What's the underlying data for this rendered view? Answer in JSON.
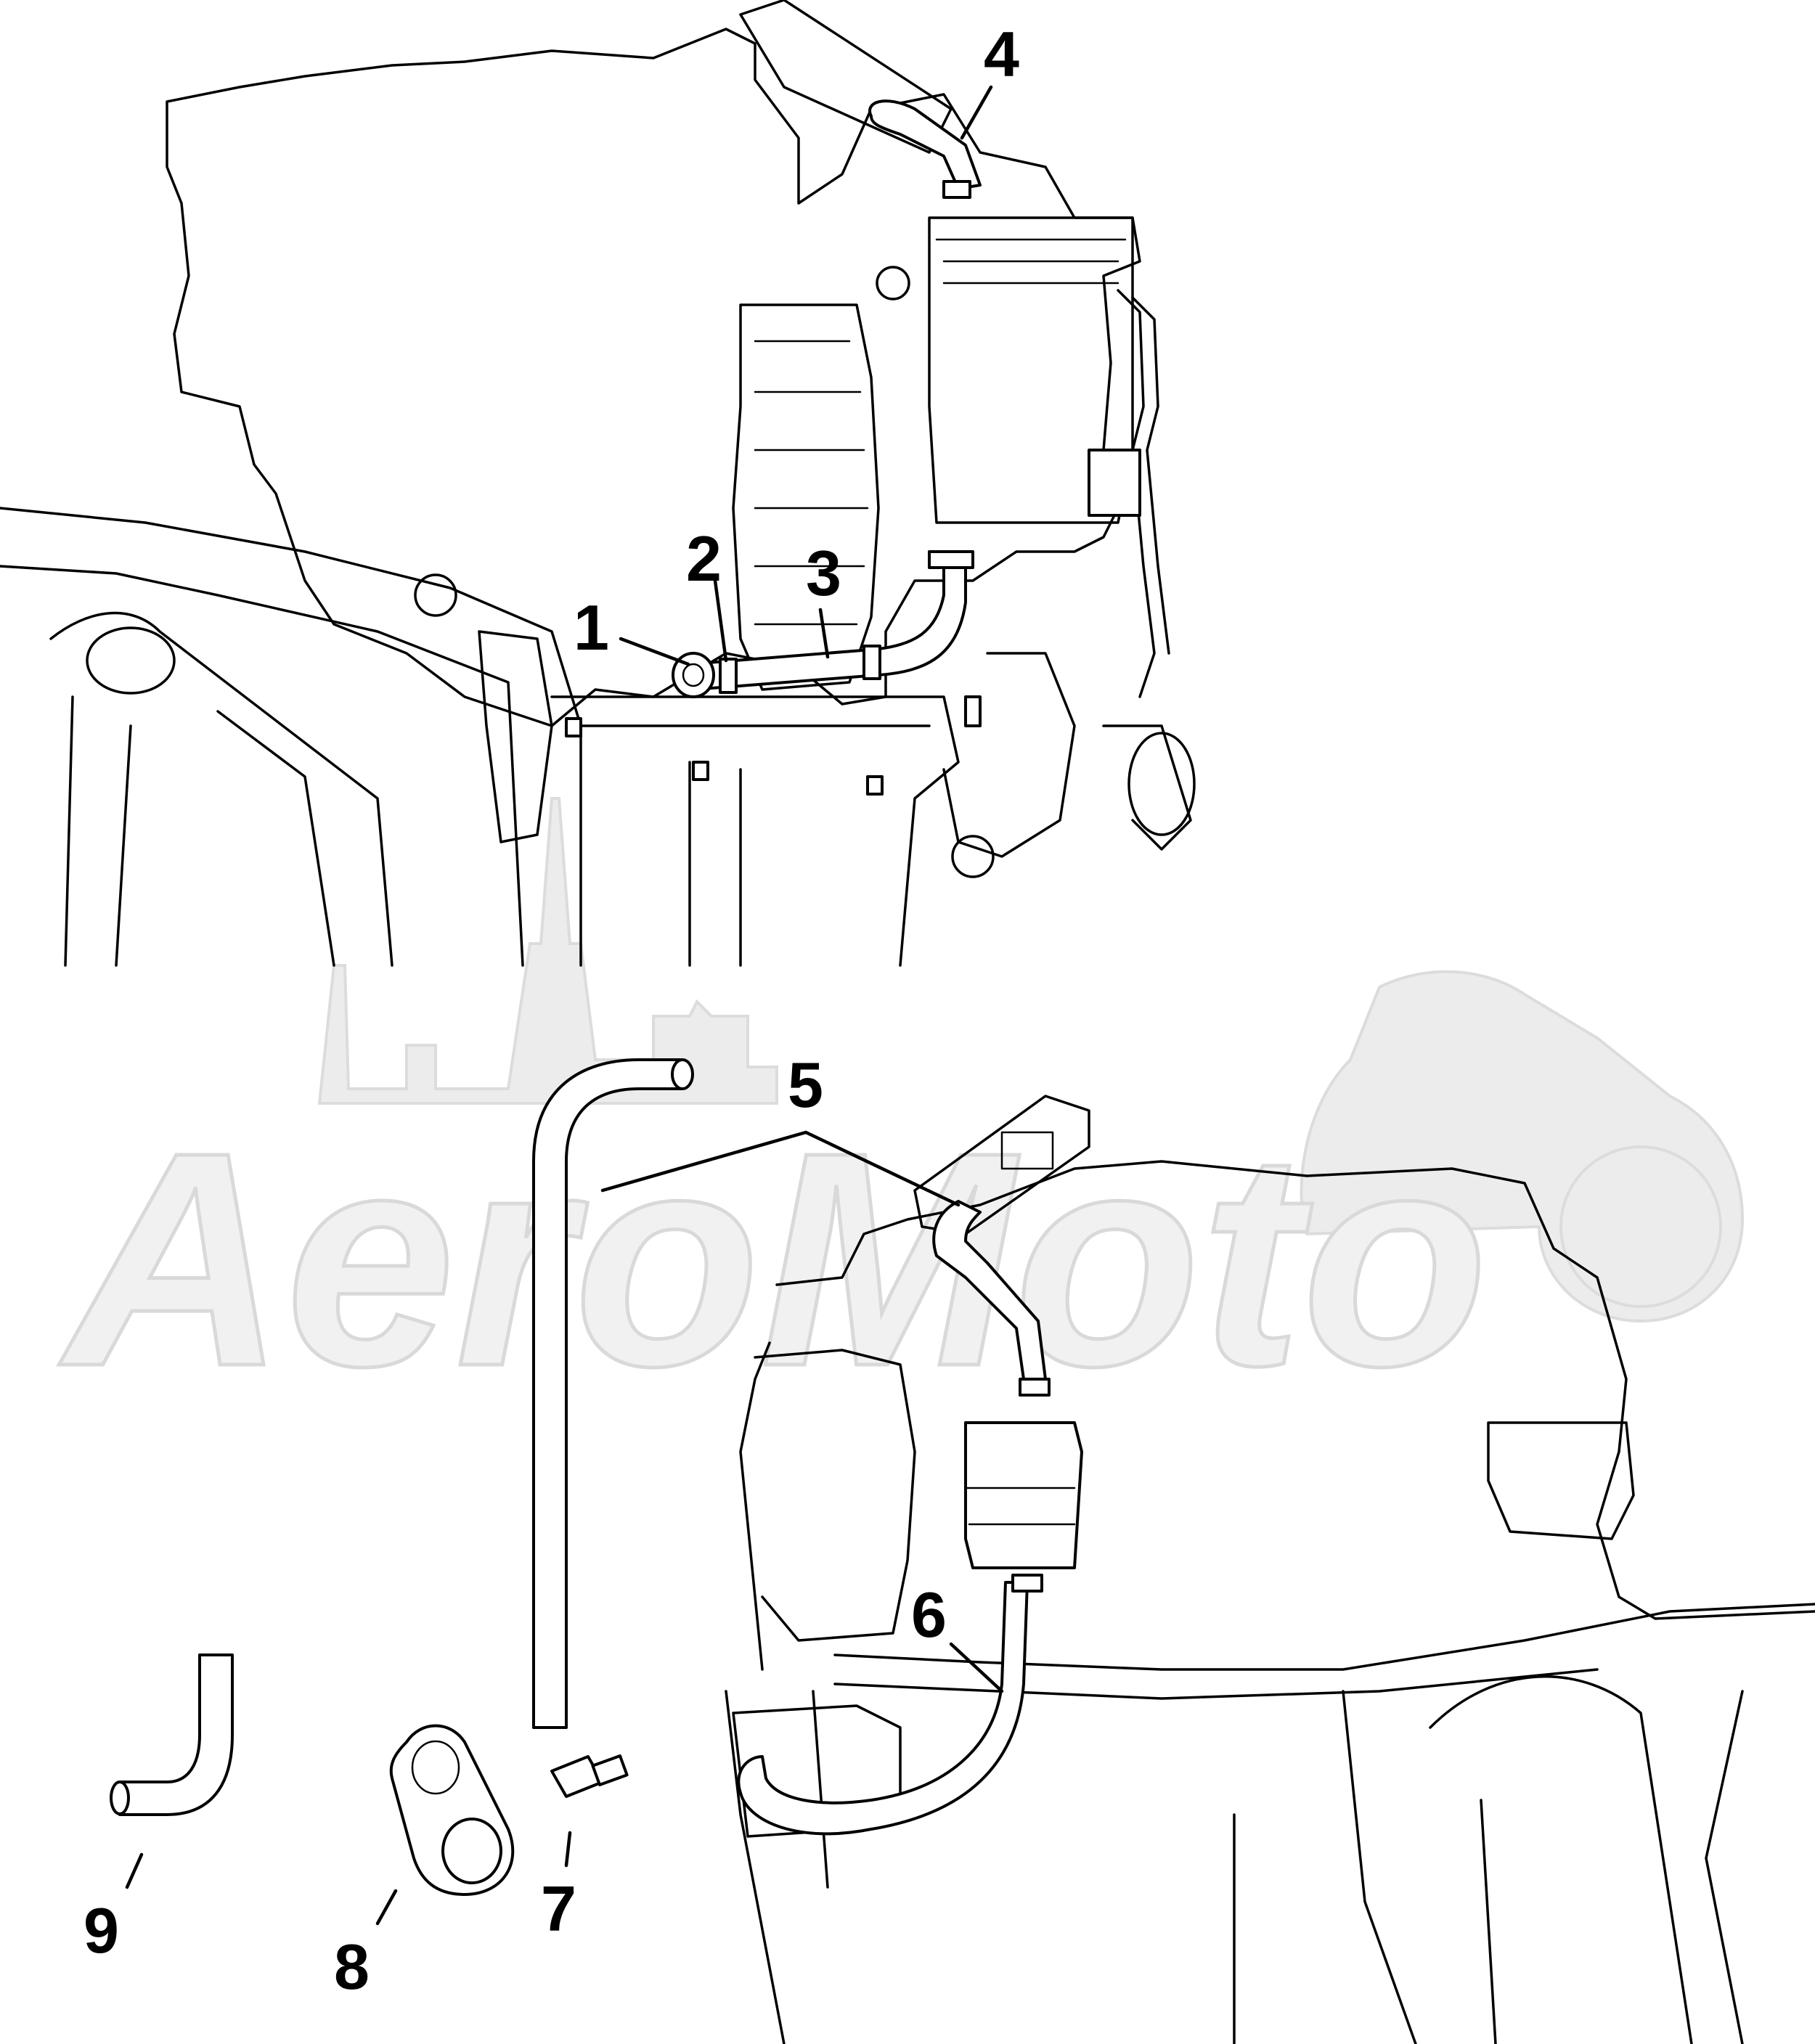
{
  "diagram": {
    "callouts": [
      {
        "id": "1",
        "label": "1"
      },
      {
        "id": "2",
        "label": "2"
      },
      {
        "id": "3",
        "label": "3"
      },
      {
        "id": "4",
        "label": "4"
      },
      {
        "id": "5",
        "label": "5"
      },
      {
        "id": "6",
        "label": "6"
      },
      {
        "id": "7",
        "label": "7"
      },
      {
        "id": "8",
        "label": "8"
      },
      {
        "id": "9",
        "label": "9"
      }
    ],
    "watermark": {
      "text": "AeroMoto"
    },
    "colors": {
      "line": "#000000",
      "background": "#ffffff",
      "watermark": "#dcdcdc"
    }
  }
}
